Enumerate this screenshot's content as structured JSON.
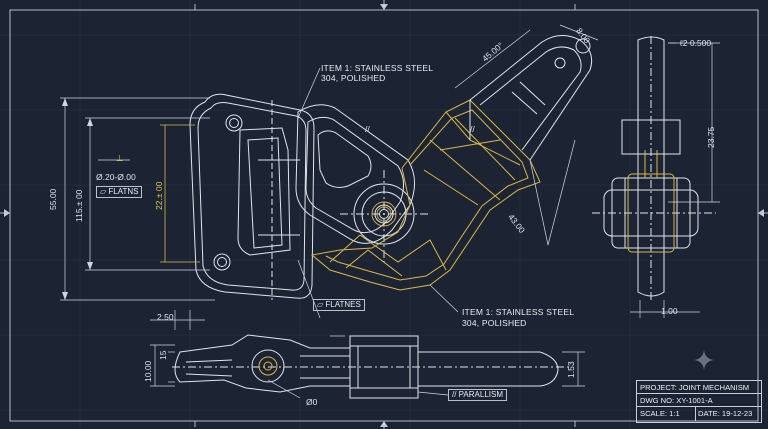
{
  "callouts": {
    "top_item": [
      "ITEM 1: STAINLESS STEEL",
      "304, POLISHED"
    ],
    "bottom_item": [
      "ITEM 1: STAINLESS STEEL",
      "304, POLISHED"
    ]
  },
  "dimensions": {
    "angle": "45.00°",
    "width_top": "8.00",
    "diag_arm": "43.00",
    "height_left": "55.00",
    "height_inner": "115.± 00",
    "height_mid": "22.± 00",
    "dia_left": "Ø.20-Ø.00",
    "offset_bottom": "2.50",
    "side_width": "ℓ2 0.500",
    "side_height": "23.75",
    "side_bottom": "1.00",
    "bottom_height": "10.00",
    "bottom_small": "15",
    "bottom_right": "1.53",
    "bottom_dia": "Ø0"
  },
  "gdt": {
    "flatness_left": "FLATNS",
    "flatness_mid": "FLATNES",
    "parallelism": "PARALLISM"
  },
  "title_block": {
    "project": "PROJECT: JOINT MECHANISM",
    "dwg_no": "DWG NO:  XY-1001-A",
    "scale": "SCALE: 1:1",
    "date": "DATE: 19-12-23"
  },
  "colors": {
    "background": "#1c2433",
    "line": "#dfe5ee",
    "highlight": "#d9b84a"
  }
}
